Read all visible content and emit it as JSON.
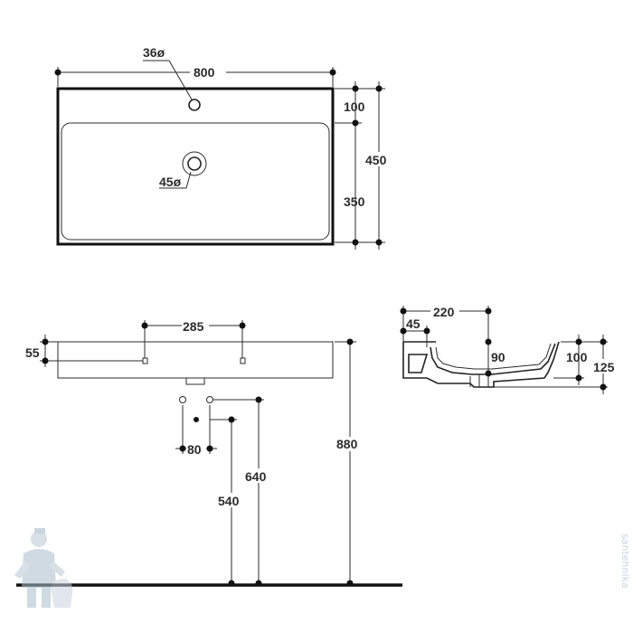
{
  "diagram": {
    "top_view": {
      "width": "800",
      "depth": "450",
      "rim": "100",
      "basin": "350",
      "tap_hole": "36ø",
      "drain": "45ø"
    },
    "front_view": {
      "fixing_spacing": "285",
      "fixing_height": "55",
      "total_height": "880",
      "supply_height": "640",
      "waste_height": "540",
      "supply_spacing": "80"
    },
    "side_view": {
      "depth": "220",
      "wall": "45",
      "bowl_depth": "90",
      "basin_height": "100",
      "total_height": "125"
    },
    "watermark": {
      "brand": "santehnika"
    },
    "colors": {
      "ink": "#2b2b2b",
      "floor": "#111111",
      "watermark": "#c9d3dc"
    }
  }
}
